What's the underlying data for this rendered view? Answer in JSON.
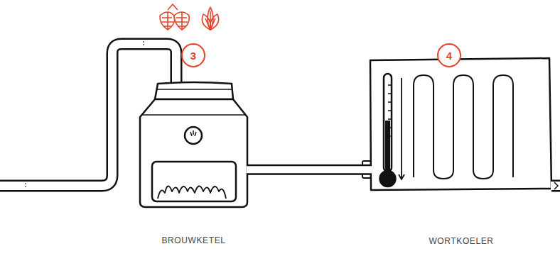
{
  "diagram": {
    "nodes": [
      {
        "text": [
          "BROUWKETEL"
        ]
      },
      {
        "text": [
          "WORTKOELER"
        ]
      }
    ],
    "edges": [
      {
        "from": 0,
        "to": 1,
        "arrow": "none"
      }
    ],
    "labels": [
      "3",
      "4"
    ]
  }
}
